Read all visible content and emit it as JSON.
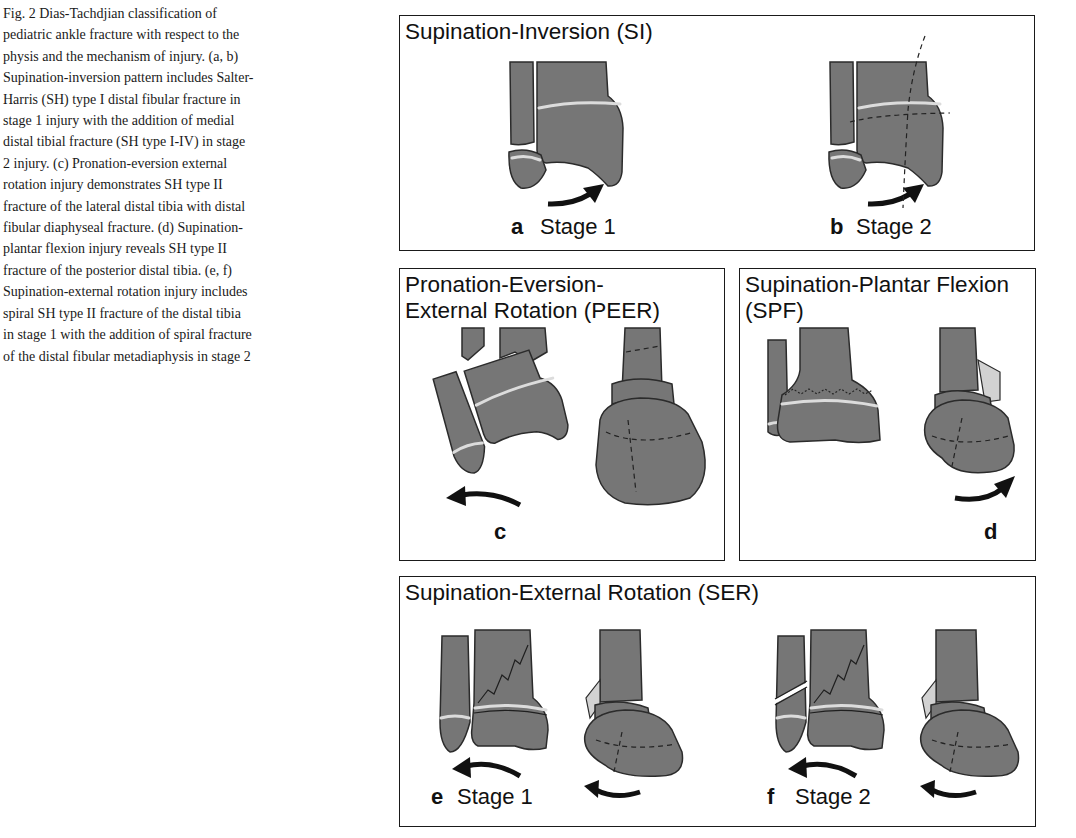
{
  "diagram": {
    "caption": "Fig. 2 Dias-Tachdjian classification of pediatric ankle fracture with respect to the physis and the mechanism of injury. (a, b) Supination-inversion pattern includes Salter-Harris (SH) type I distal fibular fracture in stage 1 injury with the addition of medial distal tibial fracture (SH type I-IV) in stage 2 injury. (c) Pronation-eversion external rotation injury demonstrates SH type II fracture of the lateral distal tibia with distal fibular diaphyseal fracture. (d) Supination-plantar flexion injury reveals SH type II fracture of the posterior distal tibia. (e, f) Supination-external rotation injury includes spiral SH type II fracture of the distal tibia in stage 1 with the addition of spiral fracture of the distal fibular metadiaphysis in stage 2",
    "nodes": [
      {
        "text": [
          "Supination-Inversion (SI)"
        ]
      },
      {
        "text": [
          "Pronation-Eversion- External Rotation (PEER)"
        ]
      },
      {
        "text": [
          "Supination-Plantar Flexion (SPF)"
        ]
      },
      {
        "text": [
          "Supination-External Rotation (SER)"
        ]
      }
    ],
    "labels": [
      "a",
      "Stage 1",
      "b",
      "Stage 2",
      "c",
      "d",
      "e",
      "Stage 1",
      "f",
      "Stage 2"
    ]
  }
}
